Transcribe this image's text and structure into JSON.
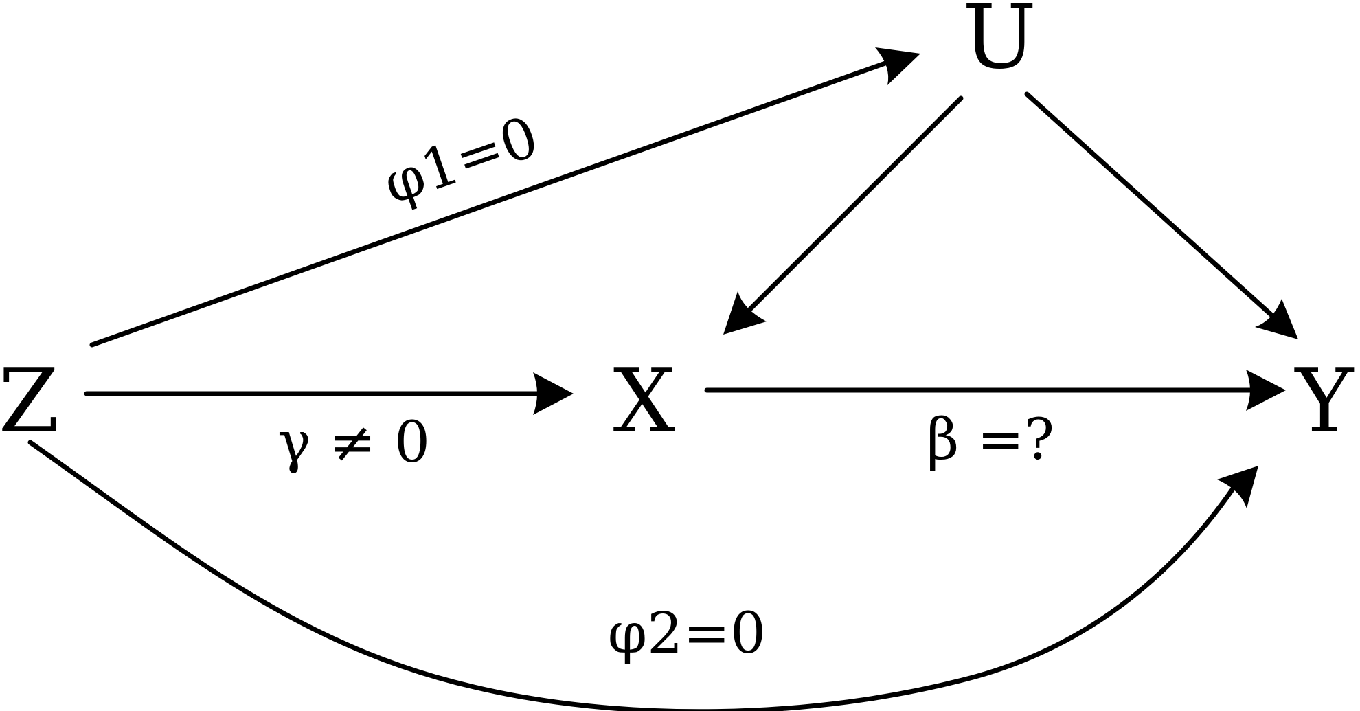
{
  "nodes": {
    "u": "U",
    "z": "Z",
    "x": "X",
    "y": "Y"
  },
  "edges": {
    "z_to_u": "φ1=0",
    "z_to_x": "γ ≠ 0",
    "x_to_y": "β =?",
    "z_to_y": "φ2=0"
  },
  "colors": {
    "stroke": "#000000",
    "background": "#ffffff"
  }
}
